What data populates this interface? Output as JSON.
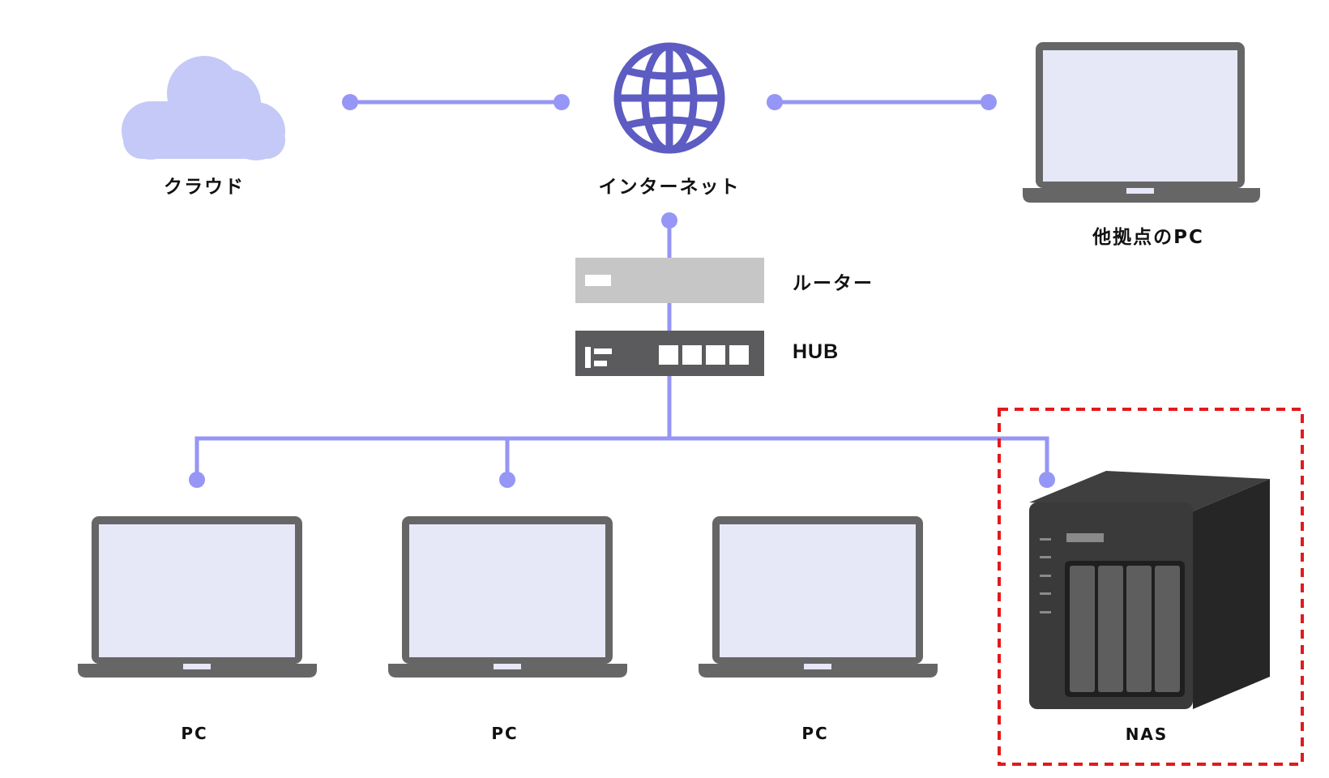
{
  "colors": {
    "link": "#9596f5",
    "cloud": "#c5c9f7",
    "globe": "#5d5cc2",
    "router": "#c6c6c6",
    "hub": "#5b5b5d",
    "laptop_frame": "#666666",
    "laptop_screen": "#e6e8f8",
    "nas_body": "#2e2e2e",
    "highlight": "#e3191c"
  },
  "nodes": {
    "cloud": {
      "label": "クラウド",
      "icon": "cloud-icon"
    },
    "internet": {
      "label": "インターネット",
      "icon": "globe-icon"
    },
    "remote_pc": {
      "label": "他拠点のPC",
      "icon": "laptop-icon"
    },
    "router": {
      "label": "ルーター",
      "icon": "router-icon"
    },
    "hub": {
      "label": "HUB",
      "icon": "switch-hub-icon"
    },
    "pc1": {
      "label": "PC",
      "icon": "laptop-icon"
    },
    "pc2": {
      "label": "PC",
      "icon": "laptop-icon"
    },
    "pc3": {
      "label": "PC",
      "icon": "laptop-icon"
    },
    "nas": {
      "label": "NAS",
      "icon": "nas-icon",
      "highlighted": true
    }
  }
}
